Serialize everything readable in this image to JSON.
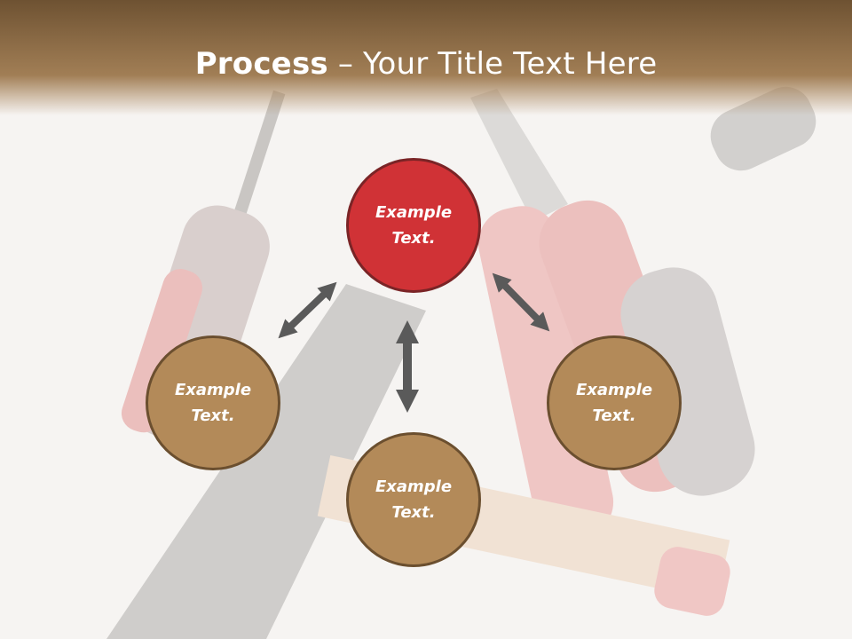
{
  "slide": {
    "title_bold": "Process",
    "title_rest": " – Your Title Text Here"
  },
  "nodes": {
    "top": {
      "line1": "Example",
      "line2": "Text."
    },
    "left": {
      "line1": "Example",
      "line2": "Text."
    },
    "right": {
      "line1": "Example",
      "line2": "Text."
    },
    "bottom": {
      "line1": "Example",
      "line2": "Text."
    }
  },
  "colors": {
    "header_brown": "#8a6a45",
    "accent_red": "#d03236",
    "circle_tan": "#b38a59",
    "arrow_gray": "#5a5a5a"
  }
}
